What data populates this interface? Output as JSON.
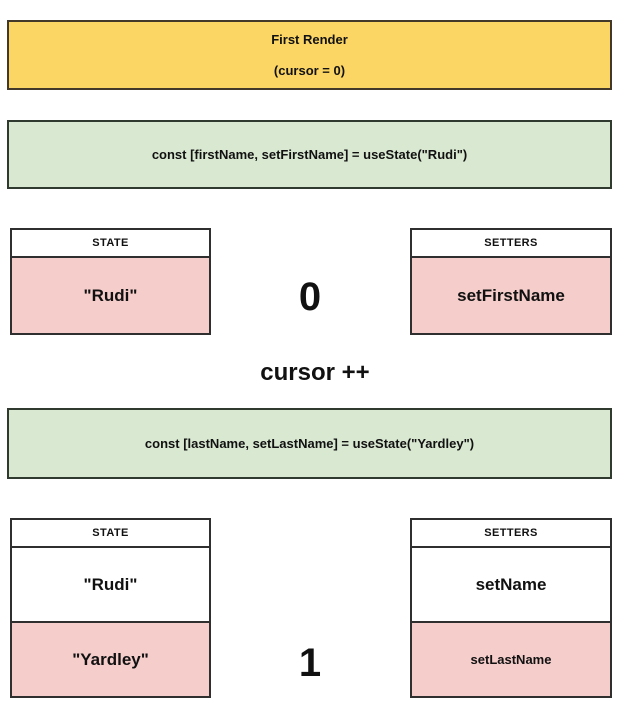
{
  "colors": {
    "banner-fill": "#fbd665",
    "code-fill": "#d9e8d1",
    "highlight-fill": "#f5cdcb",
    "border": "#2f2f2f"
  },
  "banner": {
    "title": "First Render",
    "subtitle": "(cursor = 0)"
  },
  "hook_calls": [
    {
      "code": "const [firstName, setFirstName] = useState(\"Rudi\")"
    },
    {
      "code": "const [lastName, setLastName] = useState(\"Yardley\")"
    }
  ],
  "cursor_increment_label": "cursor ++",
  "snapshots": [
    {
      "cursor": "0",
      "state": {
        "header": "STATE",
        "rows": [
          {
            "value": "\"Rudi\"",
            "highlight": true
          }
        ]
      },
      "setters": {
        "header": "SETTERS",
        "rows": [
          {
            "value": "setFirstName",
            "highlight": true
          }
        ]
      }
    },
    {
      "cursor": "1",
      "state": {
        "header": "STATE",
        "rows": [
          {
            "value": "\"Rudi\"",
            "highlight": false
          },
          {
            "value": "\"Yardley\"",
            "highlight": true
          }
        ]
      },
      "setters": {
        "header": "SETTERS",
        "rows": [
          {
            "value": "setName",
            "highlight": false
          },
          {
            "value": "setLastName",
            "highlight": true
          }
        ]
      }
    }
  ]
}
